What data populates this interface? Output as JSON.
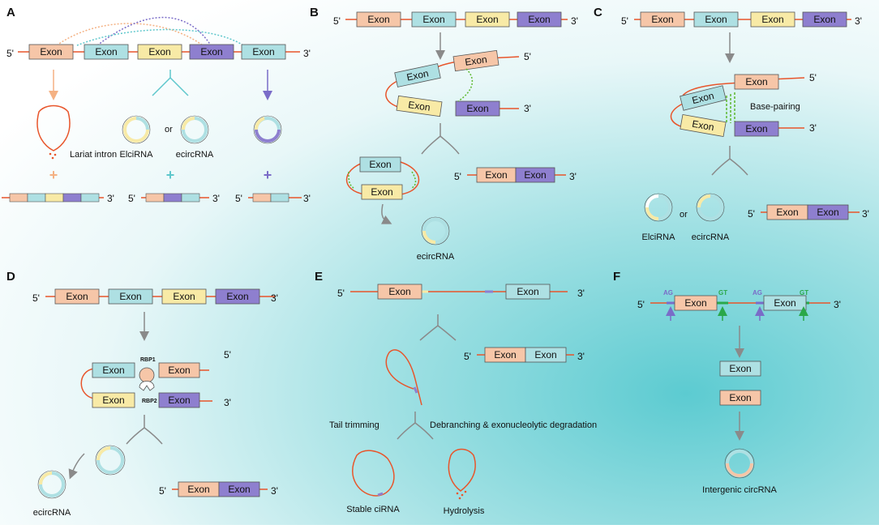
{
  "panels": {
    "a": {
      "label": "A",
      "lariat": "Lariat intron",
      "or": "or",
      "elci": "ElciRNA",
      "ecirc": "ecircRNA",
      "plus1": "+",
      "plus2": "+",
      "plus3": "+"
    },
    "b": {
      "label": "B",
      "ecirc": "ecircRNA"
    },
    "c": {
      "label": "C",
      "basepair": "Base-pairing",
      "or": "or",
      "elci": "ElciRNA",
      "ecirc": "ecircRNA"
    },
    "d": {
      "label": "D",
      "rbp1": "RBP1",
      "rbp2": "RBP2",
      "ecirc": "ecircRNA"
    },
    "e": {
      "label": "E",
      "tail": "Tail trimming",
      "debranch": "Debranching & exonucleolytic degradation",
      "stable": "Stable ciRNA",
      "hydro": "Hydrolysis"
    },
    "f": {
      "label": "F",
      "ag": "AG",
      "gt": "GT",
      "intergenic": "Intergenic circRNA"
    }
  },
  "exon_label": "Exon",
  "five_prime": "5'",
  "three_prime": "3'",
  "colors": {
    "orange": "#f6c6a8",
    "teal": "#aee0e3",
    "yellow": "#f8eaa6",
    "purple": "#8e7fcf",
    "intron": "#e8552b",
    "arrow": "#8a8a8a",
    "basepair": "#5cb82e",
    "arrow_orange": "#f4b183",
    "arrow_teal": "#5ec7cc",
    "arrow_purple": "#7a6cc8"
  }
}
